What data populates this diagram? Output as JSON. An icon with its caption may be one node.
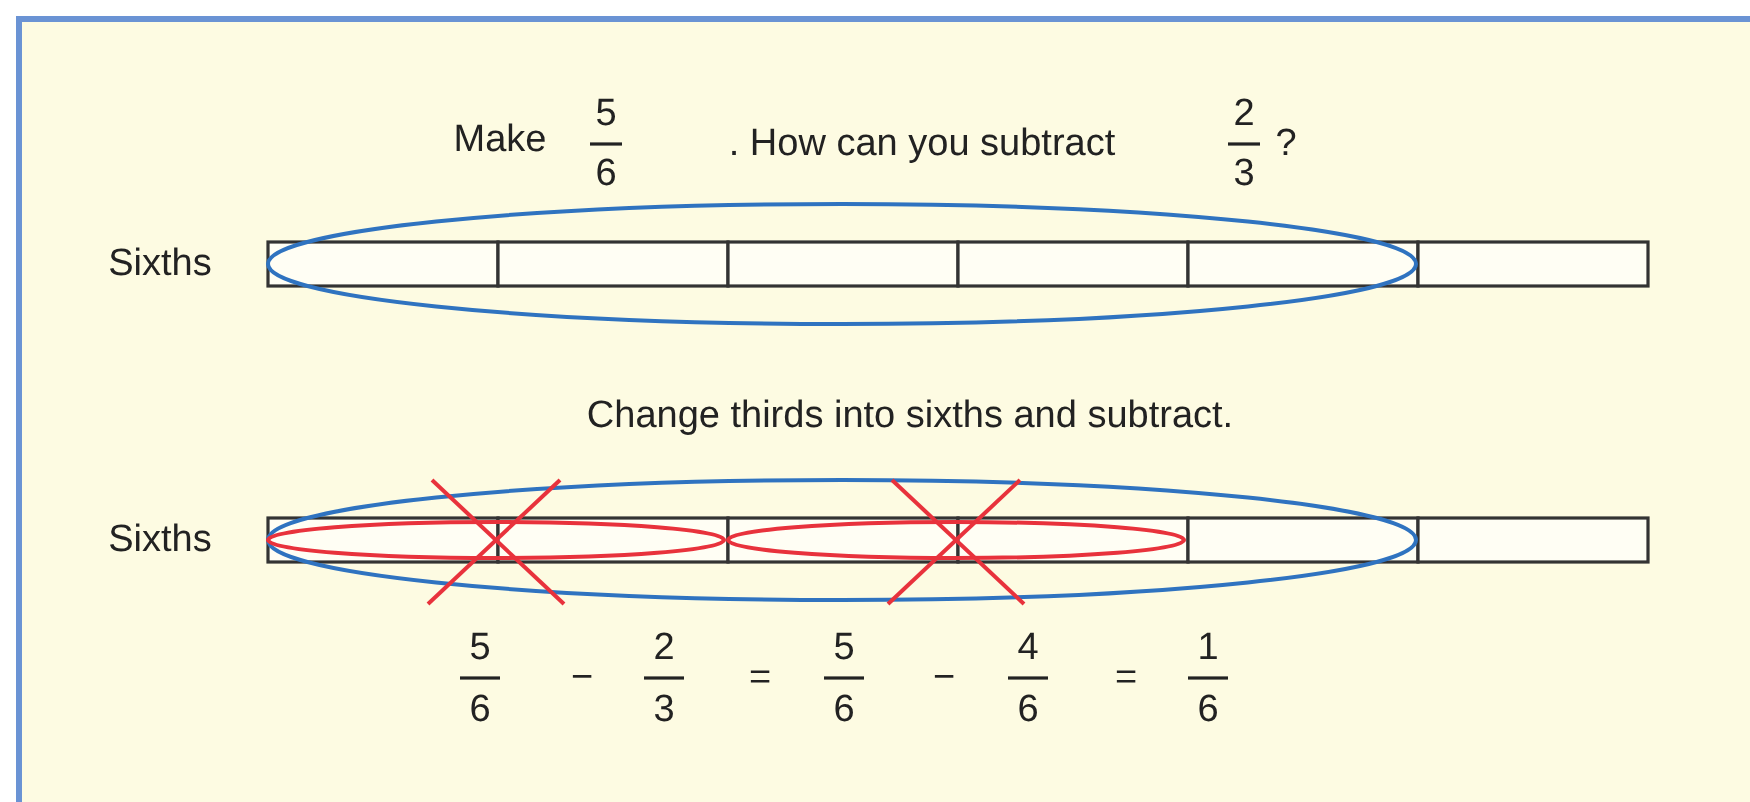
{
  "diagram": {
    "labels": [
      "Make",
      "5",
      "6",
      ". How can you subtract",
      "2",
      "3",
      "?",
      "Sixths",
      "Change thirds into sixths and subtract.",
      "Sixths",
      "5",
      "6",
      "−",
      "2",
      "3",
      "=",
      "5",
      "6",
      "−",
      "4",
      "6",
      "=",
      "1",
      "6"
    ]
  }
}
